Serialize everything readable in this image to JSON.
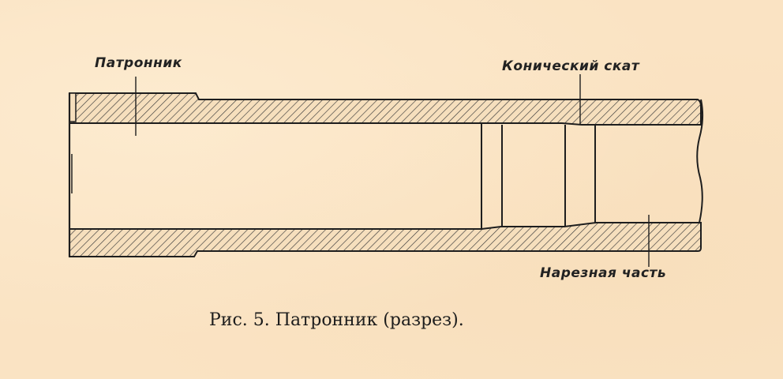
{
  "figure": {
    "caption": "Рис. 5. Патронник (разрез).",
    "labels": {
      "chamber": "Патронник",
      "conical_slope": "Конический скат",
      "rifled_part": "Нарезная часть"
    },
    "colors": {
      "paper": "#fae3c3",
      "ink": "#1e1e1e",
      "hatch": "#3a3a3a"
    }
  }
}
